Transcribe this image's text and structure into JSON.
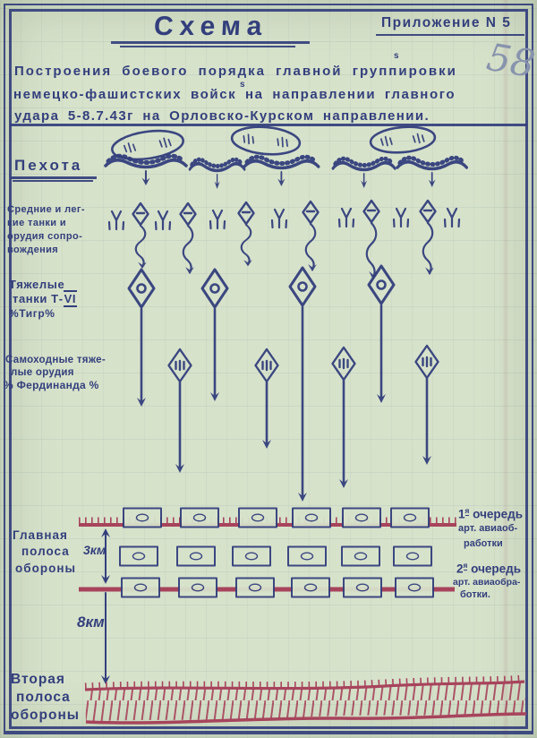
{
  "document": {
    "title": "Схема",
    "annex_label": "Приложение N 5",
    "page_number": "58",
    "subtitle_lines": [
      "Построения боевого порядка главной группировки",
      "немецко-фашистских войск на направлении главного",
      "удара 5-8.7.43г на Орловско-Курском направлении."
    ],
    "correction_marks": [
      "s",
      "s"
    ]
  },
  "sections": {
    "infantry_label": "Пехота",
    "medium_tanks_label_lines": [
      "Средние и лег-",
      "кие танки и",
      "орудия сопро-",
      "вождения"
    ],
    "heavy_tanks_label": {
      "line1": "Тяжелые",
      "line2_prefix": "танки Т-",
      "line2_numeral": "VI",
      "line3": "%Тигр%"
    },
    "spg_label_lines": [
      "Самоходные тяже-",
      "лые орудия",
      "% Фердинанда %"
    ]
  },
  "defense": {
    "main_belt_label_lines": [
      "Главная",
      "полоса",
      "обороны"
    ],
    "second_belt_label_lines": [
      "Вторая",
      "полоса",
      "обороны"
    ],
    "distance_between_lines": "3км",
    "distance_to_second_belt": "8км",
    "wave1": {
      "num": "1",
      "sup": "я",
      "rest": " очередь",
      "line2": "арт. авиаоб-",
      "line3": "работки"
    },
    "wave2": {
      "num": "2",
      "sup": "я",
      "rest": " очередь",
      "line2": "арт. авиаобра-",
      "line3": "ботки."
    }
  },
  "colors": {
    "ink": "#333f7c",
    "red": "#a7445c",
    "paper": "#d7e2cb",
    "pencil": "#8893ad"
  }
}
